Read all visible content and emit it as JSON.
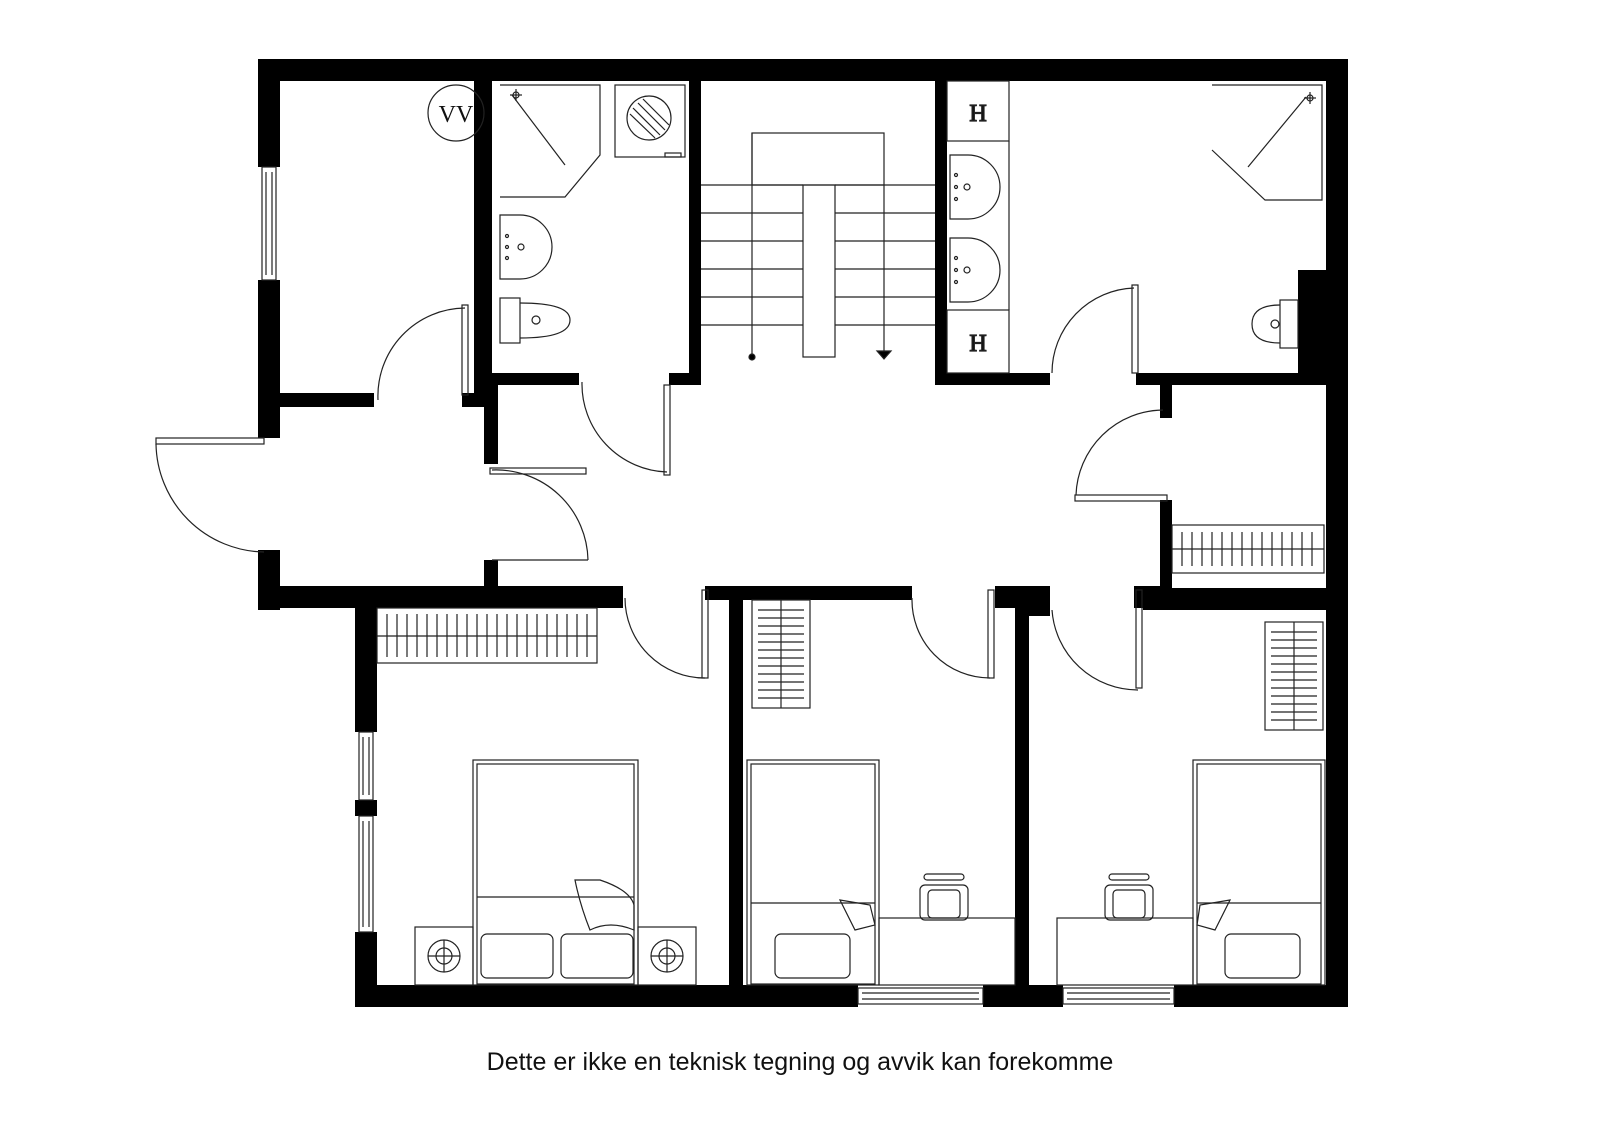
{
  "labels": {
    "water_heater": "VV",
    "cabinet_top": "H",
    "cabinet_bottom": "H"
  },
  "caption": "Dette er ikke en teknisk tegning og avvik kan forekomme",
  "colors": {
    "wall": "#000000",
    "line": "#222222",
    "background": "#ffffff"
  }
}
